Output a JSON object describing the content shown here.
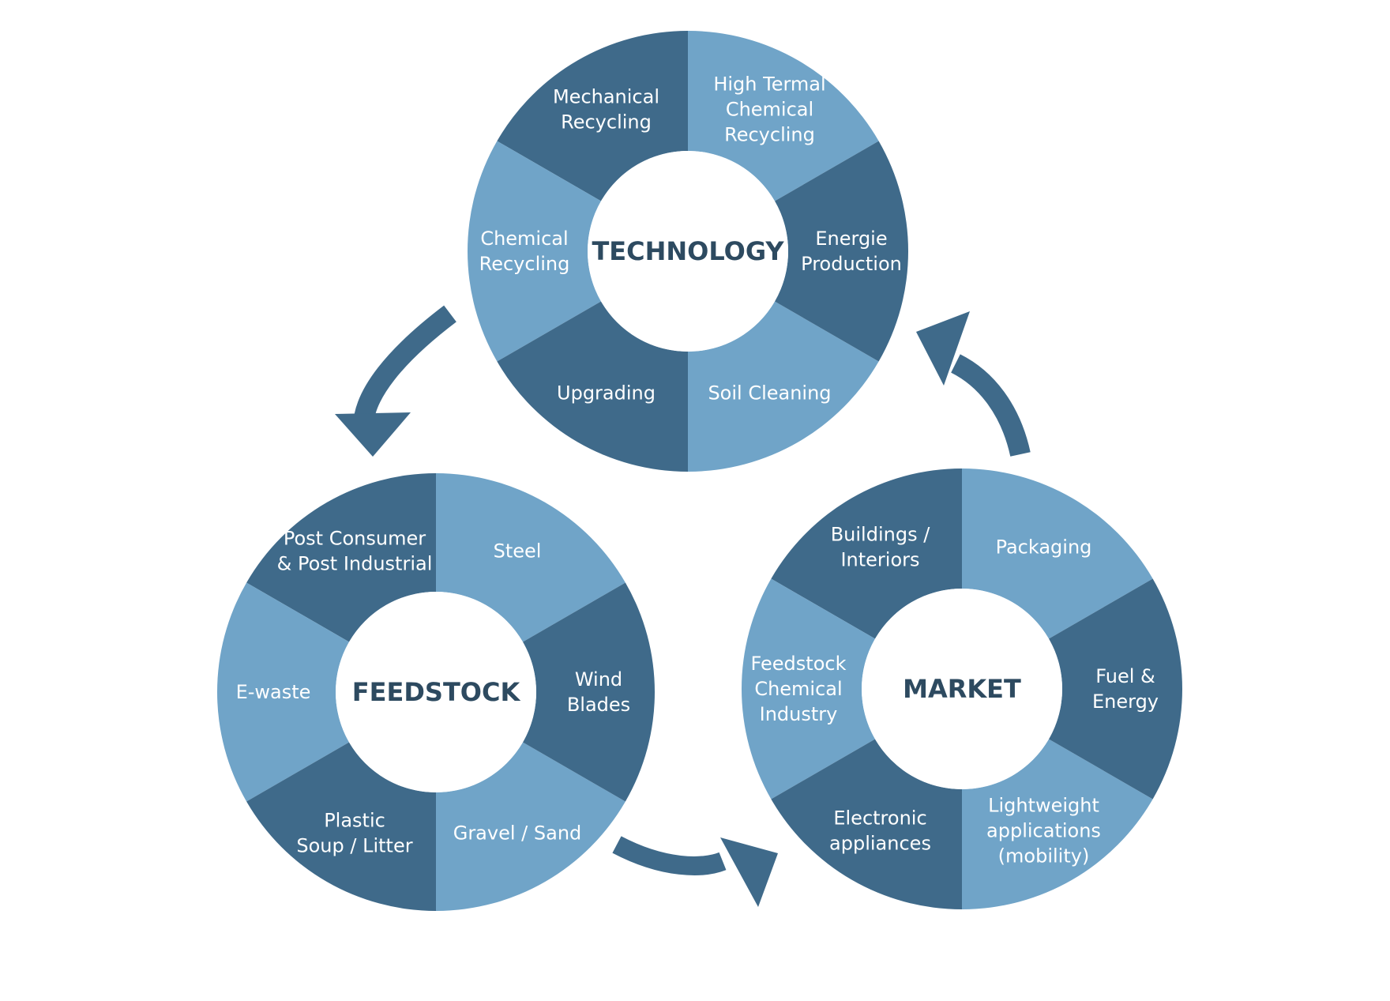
{
  "colors": {
    "dark": "#3f6a8a",
    "light": "#70a4c8",
    "hub_text": "#2d4a60",
    "background": "#ffffff"
  },
  "cycles": [
    {
      "id": "technology",
      "title": "TECHNOLOGY",
      "segments": [
        {
          "label": [
            "High Termal",
            "Chemical",
            "Recycling"
          ],
          "shade": "light"
        },
        {
          "label": [
            "Mechanical",
            "Recycling"
          ],
          "shade": "dark"
        },
        {
          "label": [
            "Chemical",
            "Recycling"
          ],
          "shade": "light"
        },
        {
          "label": [
            "Upgrading"
          ],
          "shade": "dark"
        },
        {
          "label": [
            "Soil Cleaning"
          ],
          "shade": "light"
        },
        {
          "label": [
            "Energie",
            "Production"
          ],
          "shade": "dark"
        }
      ]
    },
    {
      "id": "feedstock",
      "title": "FEEDSTOCK",
      "segments": [
        {
          "label": [
            "Steel"
          ],
          "shade": "light"
        },
        {
          "label": [
            "Post Consumer",
            "& Post Industrial"
          ],
          "shade": "dark"
        },
        {
          "label": [
            "E-waste"
          ],
          "shade": "light"
        },
        {
          "label": [
            "Plastic",
            "Soup / Litter"
          ],
          "shade": "dark"
        },
        {
          "label": [
            "Gravel / Sand"
          ],
          "shade": "light"
        },
        {
          "label": [
            "Wind",
            "Blades"
          ],
          "shade": "dark"
        }
      ]
    },
    {
      "id": "market",
      "title": "MARKET",
      "segments": [
        {
          "label": [
            "Packaging"
          ],
          "shade": "light"
        },
        {
          "label": [
            "Buildings /",
            "Interiors"
          ],
          "shade": "dark"
        },
        {
          "label": [
            "Feedstock",
            "Chemical",
            "Industry"
          ],
          "shade": "light"
        },
        {
          "label": [
            "Electronic",
            "appliances"
          ],
          "shade": "dark"
        },
        {
          "label": [
            "Lightweight",
            "applications",
            "(mobility)"
          ],
          "shade": "light"
        },
        {
          "label": [
            "Fuel &",
            "Energy"
          ],
          "shade": "dark"
        }
      ]
    }
  ],
  "flow_arrows": [
    {
      "from": "technology",
      "to": "feedstock"
    },
    {
      "from": "feedstock",
      "to": "market"
    },
    {
      "from": "market",
      "to": "technology"
    }
  ]
}
